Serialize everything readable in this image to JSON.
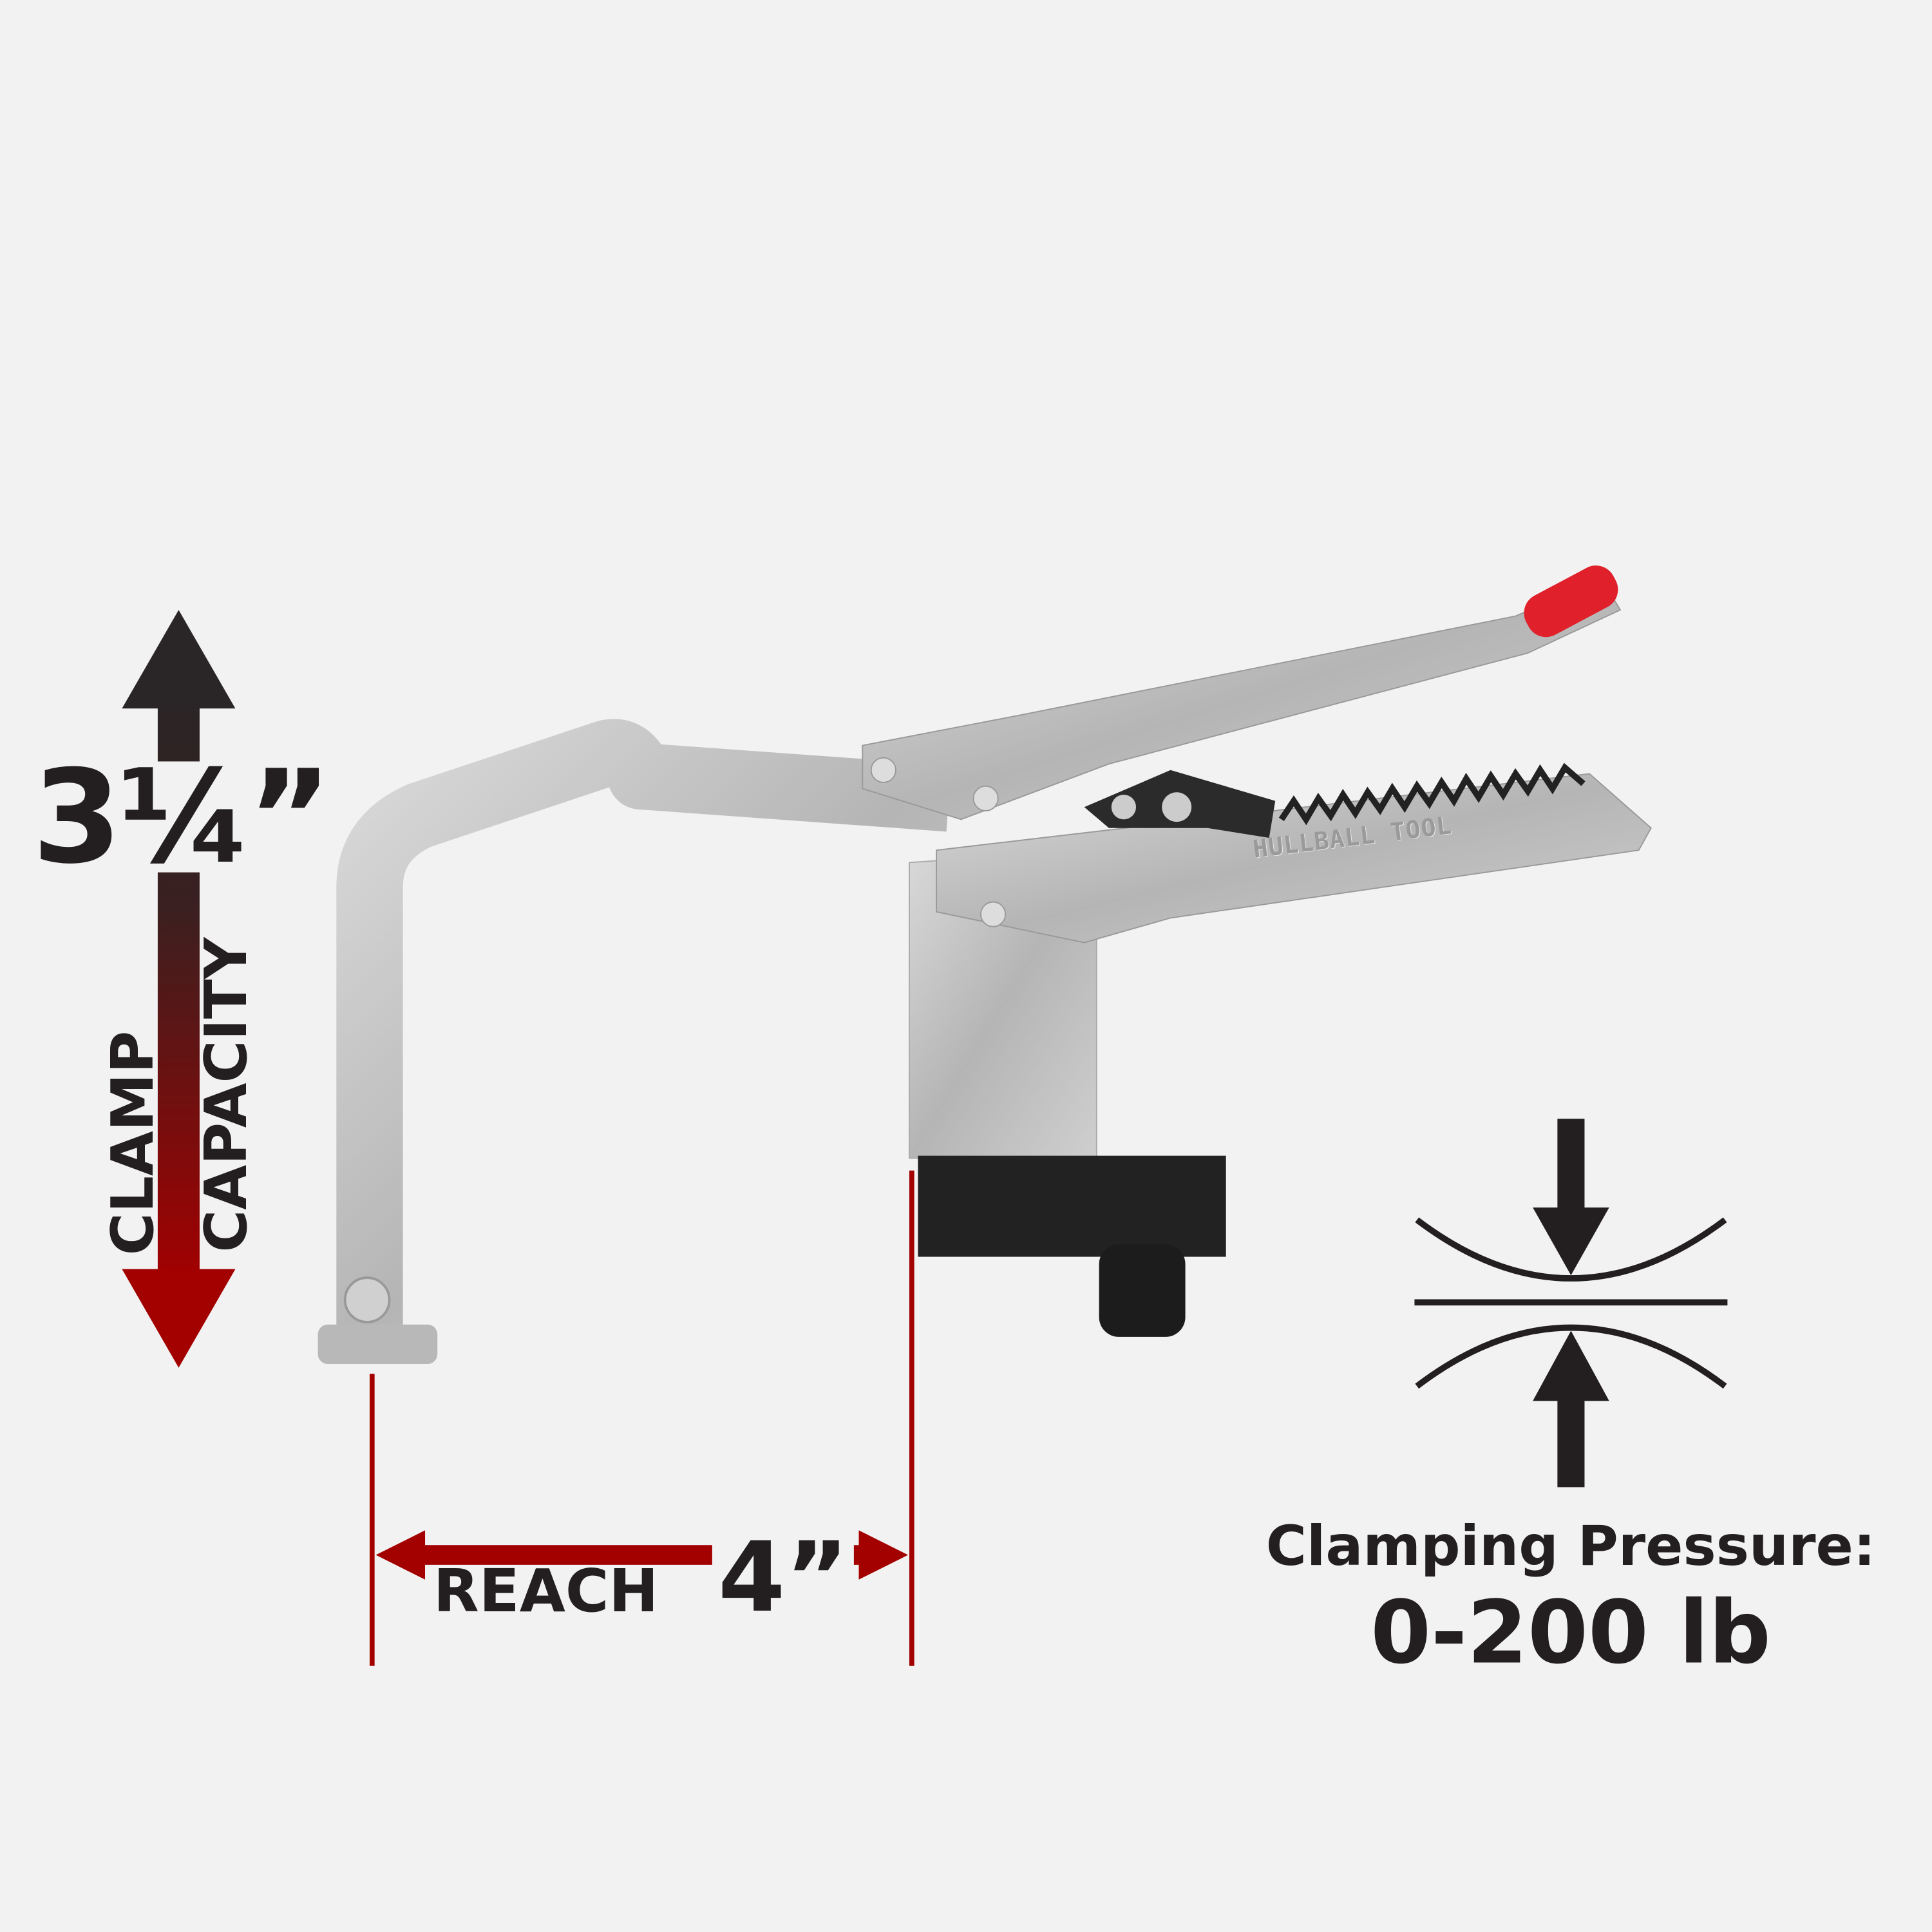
{
  "clamp_capacity": {
    "value": "3¼”",
    "label_line1": "CLAMP",
    "label_line2": "CAPACITY"
  },
  "reach": {
    "label": "REACH",
    "value": "4”"
  },
  "clamping_pressure": {
    "label": "Clamping Pressure:",
    "value": "0-200 lb",
    "icon": "compression-icon"
  },
  "product": {
    "brand_logo_text": "HULLBALL TOOL"
  },
  "colors": {
    "accent_red": "#a30000",
    "text_dark": "#231f20",
    "background": "#f2f2f2",
    "handle_tip": "#e0202a"
  }
}
